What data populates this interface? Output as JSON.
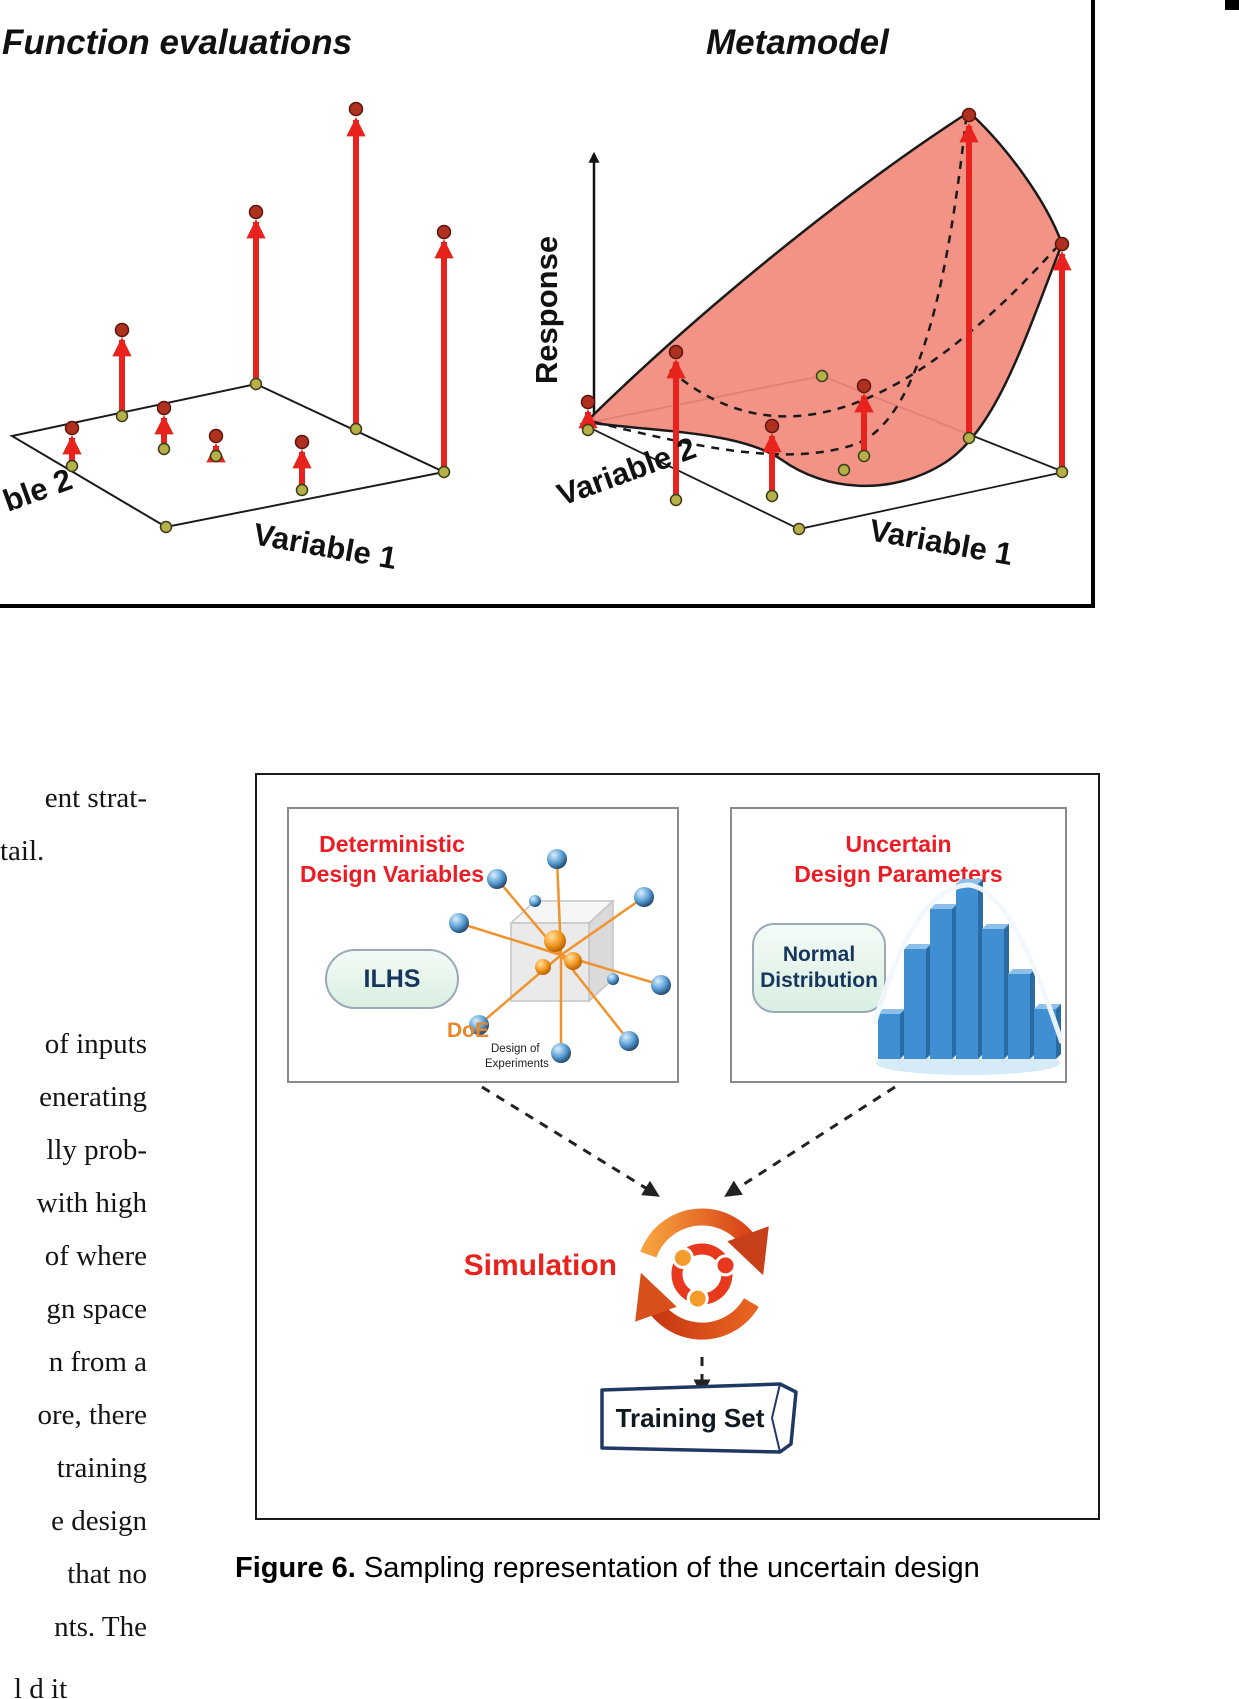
{
  "figure5": {
    "left_title": "Function evaluations",
    "right_title": "Metamodel",
    "response_axis": "Response",
    "left_axis_var2": "ble 2",
    "left_axis_var1": "Variable 1",
    "right_axis_var2": "Variable 2",
    "right_axis_var1": "Variable 1"
  },
  "body_text": {
    "para1": [
      "ent strat-",
      "tail."
    ],
    "para2": [
      "of inputs",
      "enerating",
      "lly prob-",
      "with high",
      "of where",
      "gn space",
      "n from a",
      "ore, there",
      "training",
      "e design",
      "that no",
      "nts. The"
    ],
    "partial_line": "l d it"
  },
  "figure6": {
    "deterministic_box": {
      "title_line1": "Deterministic",
      "title_line2": "Design Variables",
      "method_label": "ILHS",
      "doe_label": "DoE",
      "doe_caption_line1": "Design of",
      "doe_caption_line2": "Experiments"
    },
    "uncertain_box": {
      "title_line1": "Uncertain",
      "title_line2": "Design Parameters",
      "dist_label_line1": "Normal",
      "dist_label_line2": "Distribution"
    },
    "simulation_label": "Simulation",
    "training_set_label": "Training Set",
    "caption": {
      "label": "Figure 6.",
      "text": "Sampling representation of the uncertain design"
    }
  },
  "colors": {
    "accent_red": "#e8221c",
    "figure_red_text": "#ed1c24",
    "navy_text": "#17365d",
    "bar_blue": "#3f8fd2",
    "doe_orange": "#f0922d",
    "banner_border": "#1f3864"
  }
}
